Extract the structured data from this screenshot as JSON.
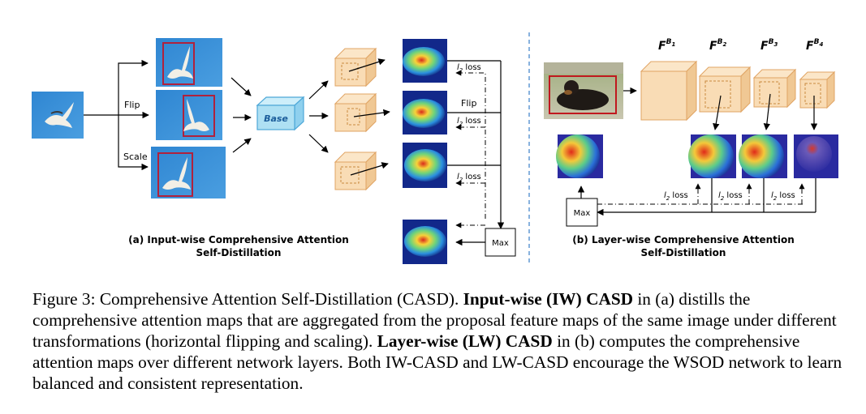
{
  "diagram": {
    "panel_a": {
      "caption_line1": "(a) Input-wise Comprehensive Attention",
      "caption_line2": "Self-Distillation",
      "flip_label": "Flip",
      "scale_label": "Scale",
      "base_label": "Base",
      "flip_right_label": "Flip",
      "loss_label_1": "l",
      "loss_label_2": "l",
      "loss_label_3": "l",
      "loss_sub": "2",
      "loss_word": " loss",
      "max_label": "Max"
    },
    "panel_b": {
      "caption_line1": "(b) Layer-wise Comprehensive Attention",
      "caption_line2": "Self-Distillation",
      "feat_F": "F",
      "feat_B": "B",
      "feat_subs": [
        "1",
        "2",
        "3",
        "4"
      ],
      "loss_label": "l",
      "loss_sub": "2",
      "loss_word": " loss",
      "max_label": "Max"
    }
  },
  "caption": {
    "part1": "Figure 3: Comprehensive Attention Self-Distillation (CASD). ",
    "bold1": "Input-wise (IW) CASD",
    "part2": " in (a) distills the comprehensive attention maps that are aggregated from the proposal feature maps of the same image under different transformations (horizontal flipping and scaling). ",
    "bold2": "Layer-wise (LW) CASD",
    "part3": " in (b) computes the comprehensive attention maps over different network layers. Both IW-CASD and LW-CASD encourage the WSOD network to learn balanced and consistent representation."
  },
  "colors": {
    "sky": "#3a8fd6",
    "box_red": "#b0213c",
    "feature_fill": "#f9dcb5",
    "feature_stroke": "#e0a464",
    "base_fill": "#aee0f3",
    "base_stroke": "#4ea8d8",
    "base_text": "#1a5c9a"
  }
}
